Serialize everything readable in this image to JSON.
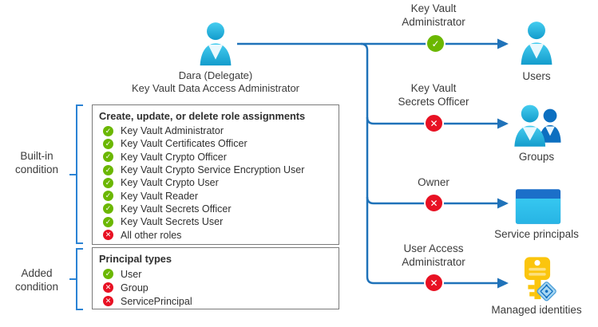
{
  "diagram": {
    "delegate": {
      "line1": "Dara (Delegate)",
      "line2": "Key Vault Data Access Administrator"
    },
    "built_in": {
      "label_line1": "Built-in",
      "label_line2": "condition",
      "box_title": "Create, update, or delete role assignments",
      "items": [
        {
          "label": "Key Vault Administrator",
          "allowed": true
        },
        {
          "label": "Key Vault Certificates Officer",
          "allowed": true
        },
        {
          "label": "Key Vault Crypto Officer",
          "allowed": true
        },
        {
          "label": "Key Vault Crypto Service Encryption User",
          "allowed": true
        },
        {
          "label": "Key Vault Crypto User",
          "allowed": true
        },
        {
          "label": "Key Vault Reader",
          "allowed": true
        },
        {
          "label": "Key Vault Secrets Officer",
          "allowed": true
        },
        {
          "label": "Key Vault Secrets User",
          "allowed": true
        },
        {
          "label": "All other roles",
          "allowed": false
        }
      ]
    },
    "added": {
      "label_line1": "Added",
      "label_line2": "condition",
      "box_title": "Principal types",
      "items": [
        {
          "label": "User",
          "allowed": true
        },
        {
          "label": "Group",
          "allowed": false
        },
        {
          "label": "ServicePrincipal",
          "allowed": false
        }
      ]
    },
    "assignments": [
      {
        "role_line1": "Key Vault",
        "role_line2": "Administrator",
        "allowed": true,
        "target": "Users"
      },
      {
        "role_line1": "Key Vault",
        "role_line2": "Secrets Officer",
        "allowed": false,
        "target": "Groups"
      },
      {
        "role_line1": "Owner",
        "role_line2": "",
        "allowed": false,
        "target": "Service principals"
      },
      {
        "role_line1": "User Access",
        "role_line2": "Administrator",
        "allowed": false,
        "target": "Managed identities"
      }
    ],
    "colors": {
      "line_blue": "#1f72b9",
      "bracket_blue": "#2b83d4",
      "allowed_green": "#6bb700",
      "denied_red": "#e81123",
      "person_cyan": "#2ab9e0",
      "person_dark_blue": "#0c6fc0",
      "service_principal_header": "#1b6fc9",
      "service_principal_body": "#2ec1ec",
      "key_yellow": "#fbc50d",
      "box_border": "#7a7a7a",
      "text": "#3b3b3b"
    }
  }
}
